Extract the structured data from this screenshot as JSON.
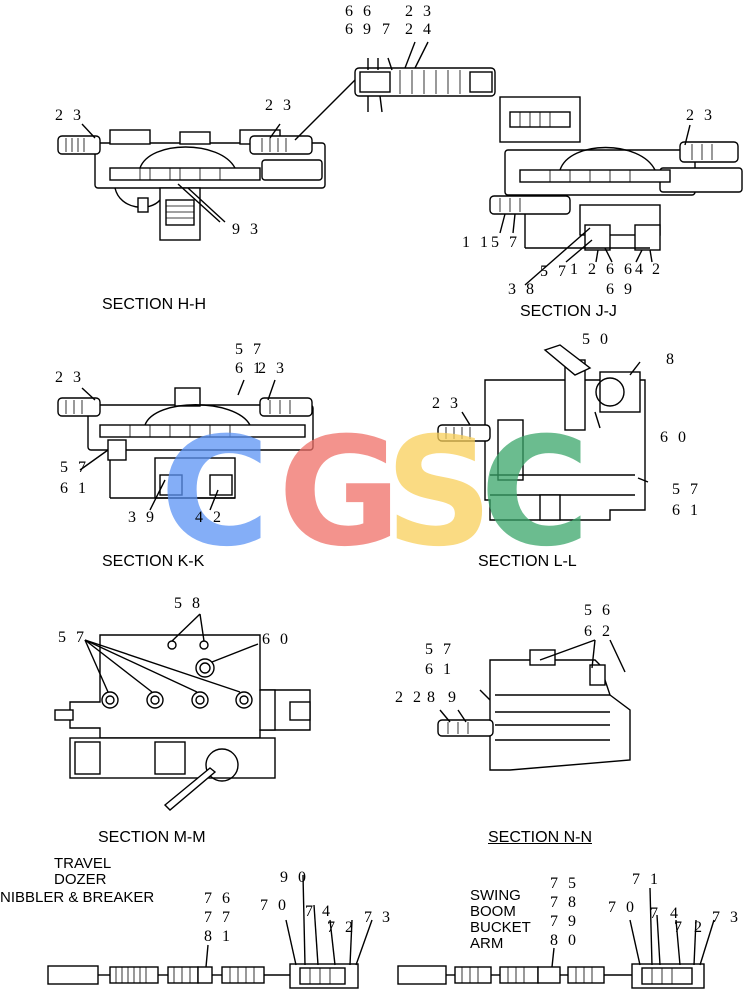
{
  "watermark": {
    "letters": [
      "C",
      "G",
      "S",
      "C"
    ],
    "colors": [
      "#5b93f5",
      "#ef7068",
      "#f9cf5a",
      "#3aa66a"
    ]
  },
  "sections": {
    "hh": {
      "title": "SECTION  H-H",
      "labels": {
        "a": "2 3",
        "b": "2 3",
        "c": "9 3"
      }
    },
    "detail": {
      "labels": {
        "a": "6 6",
        "b": "6 9",
        "c": "7",
        "d": "2 3",
        "e": "2 4"
      }
    },
    "jj": {
      "title": "SECTION  J-J",
      "labels": {
        "a": "2 3",
        "b": "1 15 7",
        "c": "5 7",
        "d": "1",
        "e": "2",
        "f": "6",
        "g": "64",
        "h": "2",
        "i": "3 8",
        "j": "6 9"
      }
    },
    "kk": {
      "title": "SECTION  K-K",
      "labels": {
        "a": "5 7",
        "b": "6 1",
        "c": "2 3",
        "d": "2 3",
        "e": "5 7",
        "f": "6 1",
        "g": "3 9",
        "h": "4 2"
      }
    },
    "ll": {
      "title": "SECTION  L-L",
      "labels": {
        "a": "5 0",
        "b": "8",
        "c": "2 3",
        "d": "6 0",
        "e": "5 7",
        "f": "6 1"
      }
    },
    "mm": {
      "title": "SECTION  M-M",
      "labels": {
        "a": "5 8",
        "b": "5 7",
        "c": "6 0"
      }
    },
    "nn": {
      "title": "SECTION  N-N",
      "labels": {
        "a": "5 6",
        "b": "6 2",
        "c": "5 7",
        "d": "6 1",
        "e": "2 2",
        "f": "8",
        "g": "9"
      }
    }
  },
  "spools": {
    "left": {
      "names": [
        "TRAVEL",
        "DOZER",
        "NIBBLER & BREAKER"
      ],
      "labels": {
        "a": "7 6",
        "b": "7 7",
        "c": "8 1",
        "d": "9 0",
        "e": "7 0",
        "f": "7",
        "g": "4",
        "h": "7",
        "i": "2",
        "j": "7 3"
      }
    },
    "right": {
      "names": [
        "SWING",
        "BOOM",
        "BUCKET",
        "ARM"
      ],
      "labels": {
        "a": "7 5",
        "b": "7 8",
        "c": "7 9",
        "d": "8 0",
        "e": "7 1",
        "f": "7 0",
        "g": "7",
        "h": "4",
        "i": "7",
        "j": "2",
        "k": "7 3"
      }
    }
  }
}
